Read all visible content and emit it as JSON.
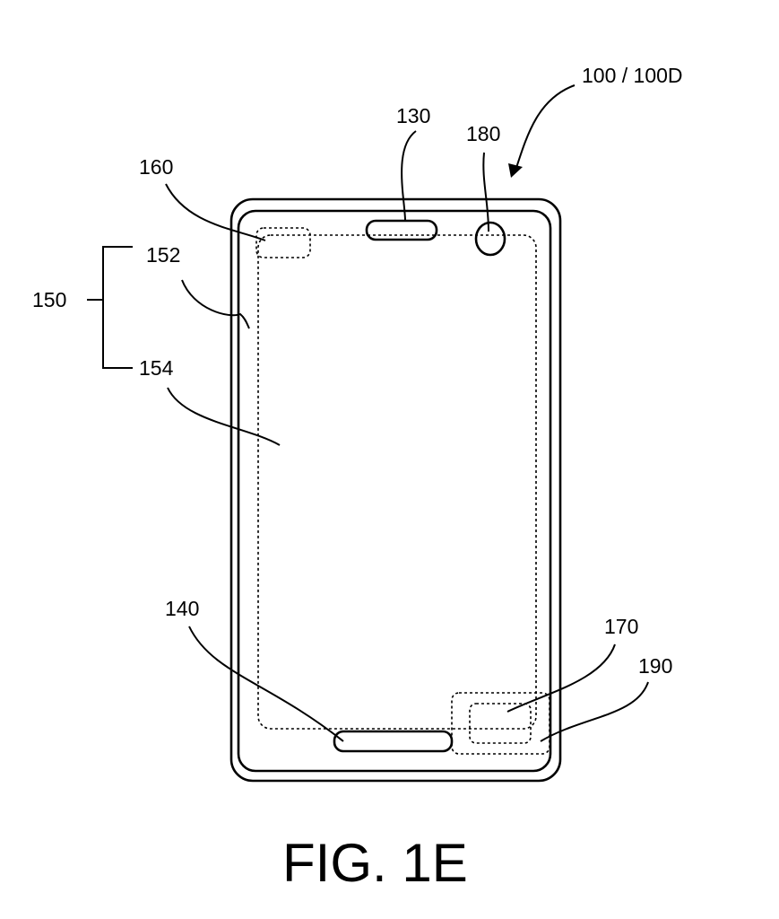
{
  "labels": {
    "device": "100 / 100D",
    "earpiece": "130",
    "home_button": "140",
    "display_group": "150",
    "display_edge": "152",
    "display_main": "154",
    "sensor_top_left": "160",
    "sensor_bottom_right": "170",
    "camera": "180",
    "module_bottom_right": "190"
  },
  "caption": "FIG. 1E"
}
